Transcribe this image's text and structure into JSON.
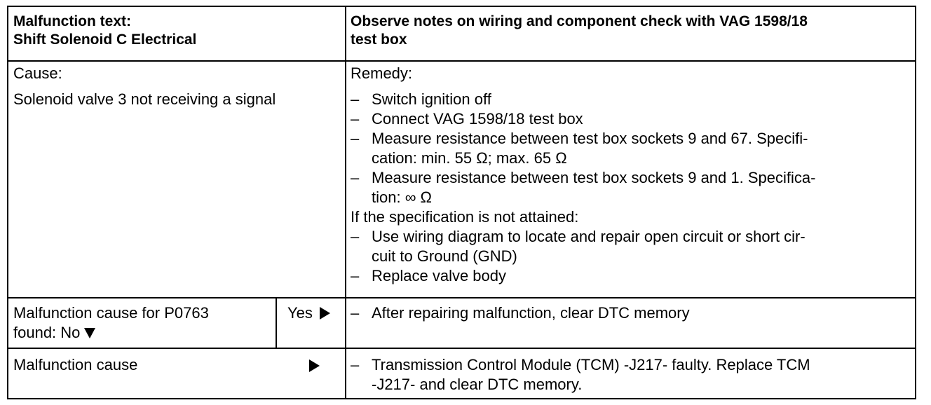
{
  "header": {
    "left_line1": "Malfunction text:",
    "left_line2": "Shift Solenoid C Electrical",
    "right_line1": "Observe notes on wiring and component check with VAG 1598/18",
    "right_line2": "test box"
  },
  "cause": {
    "label": "Cause:",
    "text": "Solenoid valve 3 not receiving a signal"
  },
  "remedy": {
    "label": "Remedy:",
    "steps": [
      {
        "dash": "–",
        "line1": "Switch ignition off",
        "line2": ""
      },
      {
        "dash": "–",
        "line1": "Connect VAG 1598/18 test box",
        "line2": ""
      },
      {
        "dash": "–",
        "line1": "Measure resistance between test box sockets 9 and 67. Specifi-",
        "line2": "cation:  min. 55 Ω;  max. 65 Ω"
      },
      {
        "dash": "–",
        "line1": "Measure resistance between test box sockets 9 and 1. Specifica-",
        "line2": "tion: ∞ Ω"
      }
    ],
    "condition": "If the specification is not attained:",
    "steps2": [
      {
        "dash": "–",
        "line1": "Use wiring diagram to locate and repair open circuit or short cir-",
        "line2": "cuit to Ground (GND)"
      },
      {
        "dash": "–",
        "line1": "Replace valve body",
        "line2": ""
      }
    ]
  },
  "row3": {
    "left_line1": "Malfunction cause for P0763",
    "left_line2": "found: No",
    "yes_label": "Yes",
    "right_dash": "–",
    "right_text": "After repairing malfunction, clear DTC memory"
  },
  "row4": {
    "left_text": "Malfunction cause",
    "right_dash": "–",
    "right_line1": "Transmission Control Module (TCM) -J217- faulty.  Replace TCM",
    "right_line2": "-J217- and clear DTC memory."
  }
}
